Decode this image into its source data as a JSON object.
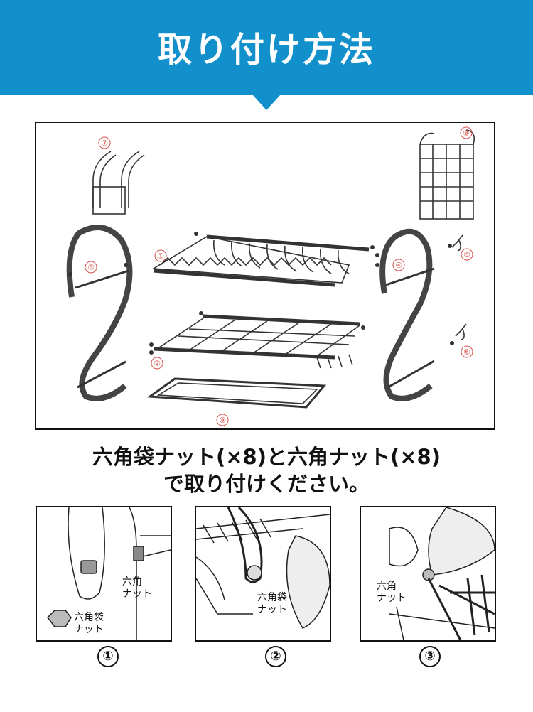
{
  "header": {
    "title": "取り付け方法"
  },
  "diagram": {
    "part_numbers": [
      "①",
      "②",
      "③",
      "④",
      "⑤",
      "⑥",
      "⑦",
      "⑧",
      "⑨"
    ]
  },
  "instruction": {
    "line1": "六角袋ナット(×8)と六角ナット(×8)",
    "line2": "で取り付けください。"
  },
  "steps": [
    {
      "number": "①",
      "labels": [
        {
          "line1": "六角",
          "line2": "ナット"
        },
        {
          "line1": "六角袋",
          "line2": "ナット"
        }
      ]
    },
    {
      "number": "②",
      "labels": [
        {
          "line1": "六角袋",
          "line2": "ナット"
        }
      ]
    },
    {
      "number": "③",
      "labels": [
        {
          "line1": "六角",
          "line2": "ナット"
        }
      ]
    }
  ],
  "colors": {
    "banner": "#1290cc",
    "part_number": "#d6504a"
  }
}
